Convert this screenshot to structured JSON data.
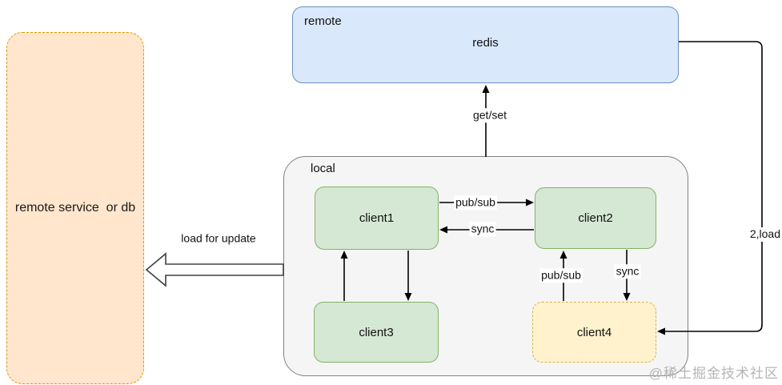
{
  "groups": {
    "remote": {
      "label": "remote"
    },
    "local": {
      "label": "local"
    }
  },
  "nodes": {
    "redis": "redis",
    "client1": "client1",
    "client2": "client2",
    "client3": "client3",
    "client4": "client4",
    "remote_service": "remote service  or db"
  },
  "edges": [
    {
      "id": "local-to-redis",
      "from": "local",
      "to": "redis",
      "label": "get/set"
    },
    {
      "id": "client1-to-client2",
      "from": "client1",
      "to": "client2",
      "label": "pub/sub"
    },
    {
      "id": "client2-to-client1",
      "from": "client2",
      "to": "client1",
      "label": "sync"
    },
    {
      "id": "client3-to-client1",
      "from": "client3",
      "to": "client1",
      "label": ""
    },
    {
      "id": "client1-to-client3",
      "from": "client1",
      "to": "client3",
      "label": ""
    },
    {
      "id": "client4-to-client2",
      "from": "client4",
      "to": "client2",
      "label": "pub/sub"
    },
    {
      "id": "client2-to-client4",
      "from": "client2",
      "to": "client4",
      "label": "sync"
    },
    {
      "id": "redis-to-client4",
      "from": "redis",
      "to": "client4",
      "label": "2,load"
    },
    {
      "id": "local-to-remote-service",
      "from": "local",
      "to": "remote_service",
      "label": "load for update"
    }
  ],
  "watermark": "@稀土掘金技术社区",
  "colors": {
    "remote_fill": "#dae8fc",
    "remote_border": "#6c8ebf",
    "local_fill": "#f5f5f5",
    "local_border": "#828282",
    "client_fill": "#d5e8d4",
    "client_border": "#82b366",
    "client4_fill": "#fff2cc",
    "client4_border": "#d6b656",
    "service_fill": "#ffe6cc",
    "service_border": "#d79b00",
    "line": "#000000",
    "watermark": "#b5b5b5"
  }
}
